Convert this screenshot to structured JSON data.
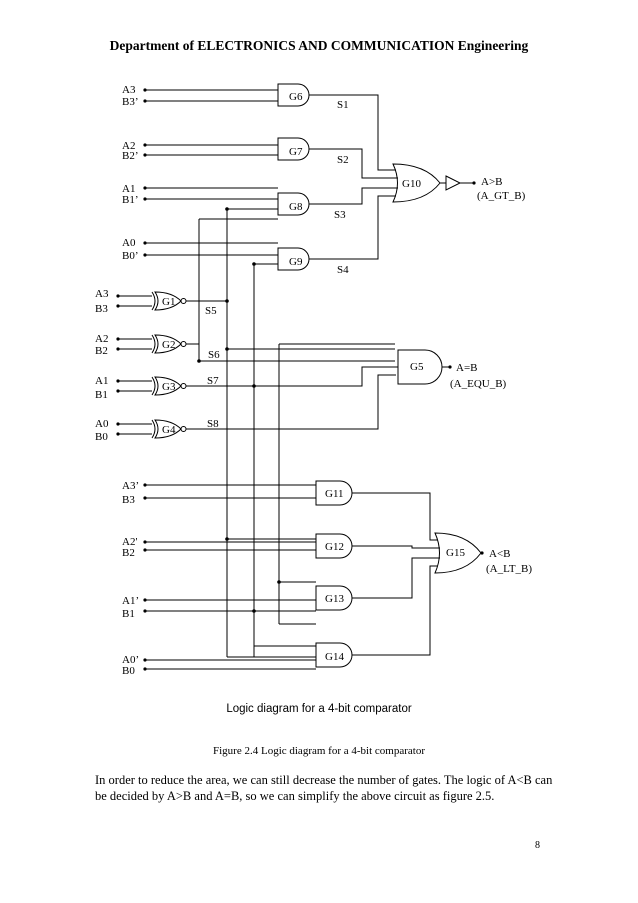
{
  "header": "Department of ELECTRONICS AND COMMUNICATION Engineering",
  "diagram": {
    "gt_inputs": [
      {
        "a": "A3",
        "b": "B3’"
      },
      {
        "a": "A2",
        "b": "B2’"
      },
      {
        "a": "A1",
        "b": "B1’"
      },
      {
        "a": "A0",
        "b": "B0’"
      }
    ],
    "gt_gates": [
      "G6",
      "G7",
      "G8",
      "G9"
    ],
    "gt_signals": [
      "S1",
      "S2",
      "S3",
      "S4"
    ],
    "xnor_inputs": [
      {
        "a": "A3",
        "b": "B3"
      },
      {
        "a": "A2",
        "b": "B2"
      },
      {
        "a": "A1",
        "b": "B1"
      },
      {
        "a": "A0",
        "b": "B0"
      }
    ],
    "xnor_gates": [
      "G1",
      "G2",
      "G3",
      "G4"
    ],
    "xnor_signals": [
      "S5",
      "S6",
      "S7",
      "S8"
    ],
    "lt_inputs": [
      {
        "a": "A3’",
        "b": "B3"
      },
      {
        "a": "A2'",
        "b": "B2"
      },
      {
        "a": "A1’",
        "b": "B1"
      },
      {
        "a": "A0’",
        "b": "B0"
      }
    ],
    "lt_gates": [
      "G11",
      "G12",
      "G13",
      "G14"
    ],
    "g10": "G10",
    "g5": "G5",
    "g15": "G15",
    "gt_out": "A>B",
    "gt_out_name": "(A_GT_B)",
    "eq_out": "A=B",
    "eq_out_name": "(A_EQU_B)",
    "lt_out": "A<B",
    "lt_out_name": "(A_LT_B)"
  },
  "diagram_caption": "Logic diagram for a 4-bit comparator",
  "figure_caption": "Figure 2.4 Logic diagram for a 4-bit comparator",
  "paragraph": "In order to reduce the area, we can still decrease the number of gates. The logic of A<B can be decided by A>B and A=B, so we can simplify the above circuit as figure 2.5.",
  "page_number": "8"
}
